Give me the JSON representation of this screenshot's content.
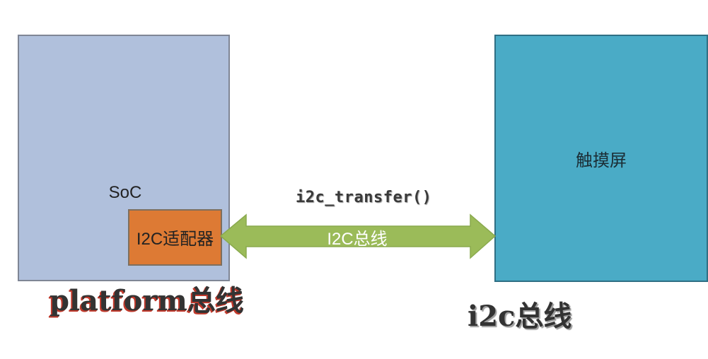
{
  "diagram": {
    "soc": {
      "label": "SoC"
    },
    "adapter": {
      "label": "I2C适配器"
    },
    "touchscreen": {
      "label": "触摸屏"
    },
    "bus_arrow": {
      "label": "I2C总线",
      "function_label": "i2c_transfer()",
      "color": "#9bbb59"
    },
    "platform_bus_label": "platform总线",
    "i2c_bus_label": "i2c总线",
    "colors": {
      "soc_fill": "#b0c0dc",
      "adapter_fill": "#dd7a34",
      "touchscreen_fill": "#4aabc6",
      "arrow_fill": "#9bbb59"
    }
  }
}
